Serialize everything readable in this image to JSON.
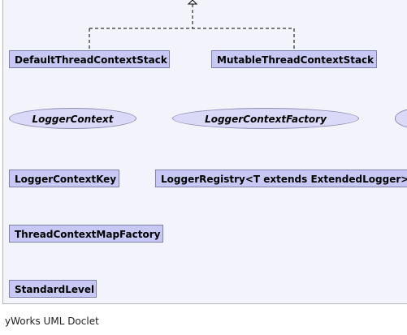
{
  "diagram": {
    "classes": {
      "default_thread_context_stack": "DefaultThreadContextStack",
      "mutable_thread_context_stack": "MutableThreadContextStack",
      "logger_context_key": "LoggerContextKey",
      "logger_registry": "LoggerRegistry<T extends ExtendedLogger>",
      "thread_context_map_factory": "ThreadContextMapFactory",
      "standard_level": "StandardLevel"
    },
    "interfaces": {
      "logger_context": "LoggerContext",
      "logger_context_factory": "LoggerContextFactory",
      "partial": ""
    },
    "colors": {
      "canvas_background": "#f3f3fb",
      "class_fill": "#c8c8f4",
      "class_border": "#7f7fae",
      "interface_fill": "#dadaf8",
      "connector": "#000000"
    }
  },
  "footer": {
    "label": "yWorks UML Doclet"
  }
}
